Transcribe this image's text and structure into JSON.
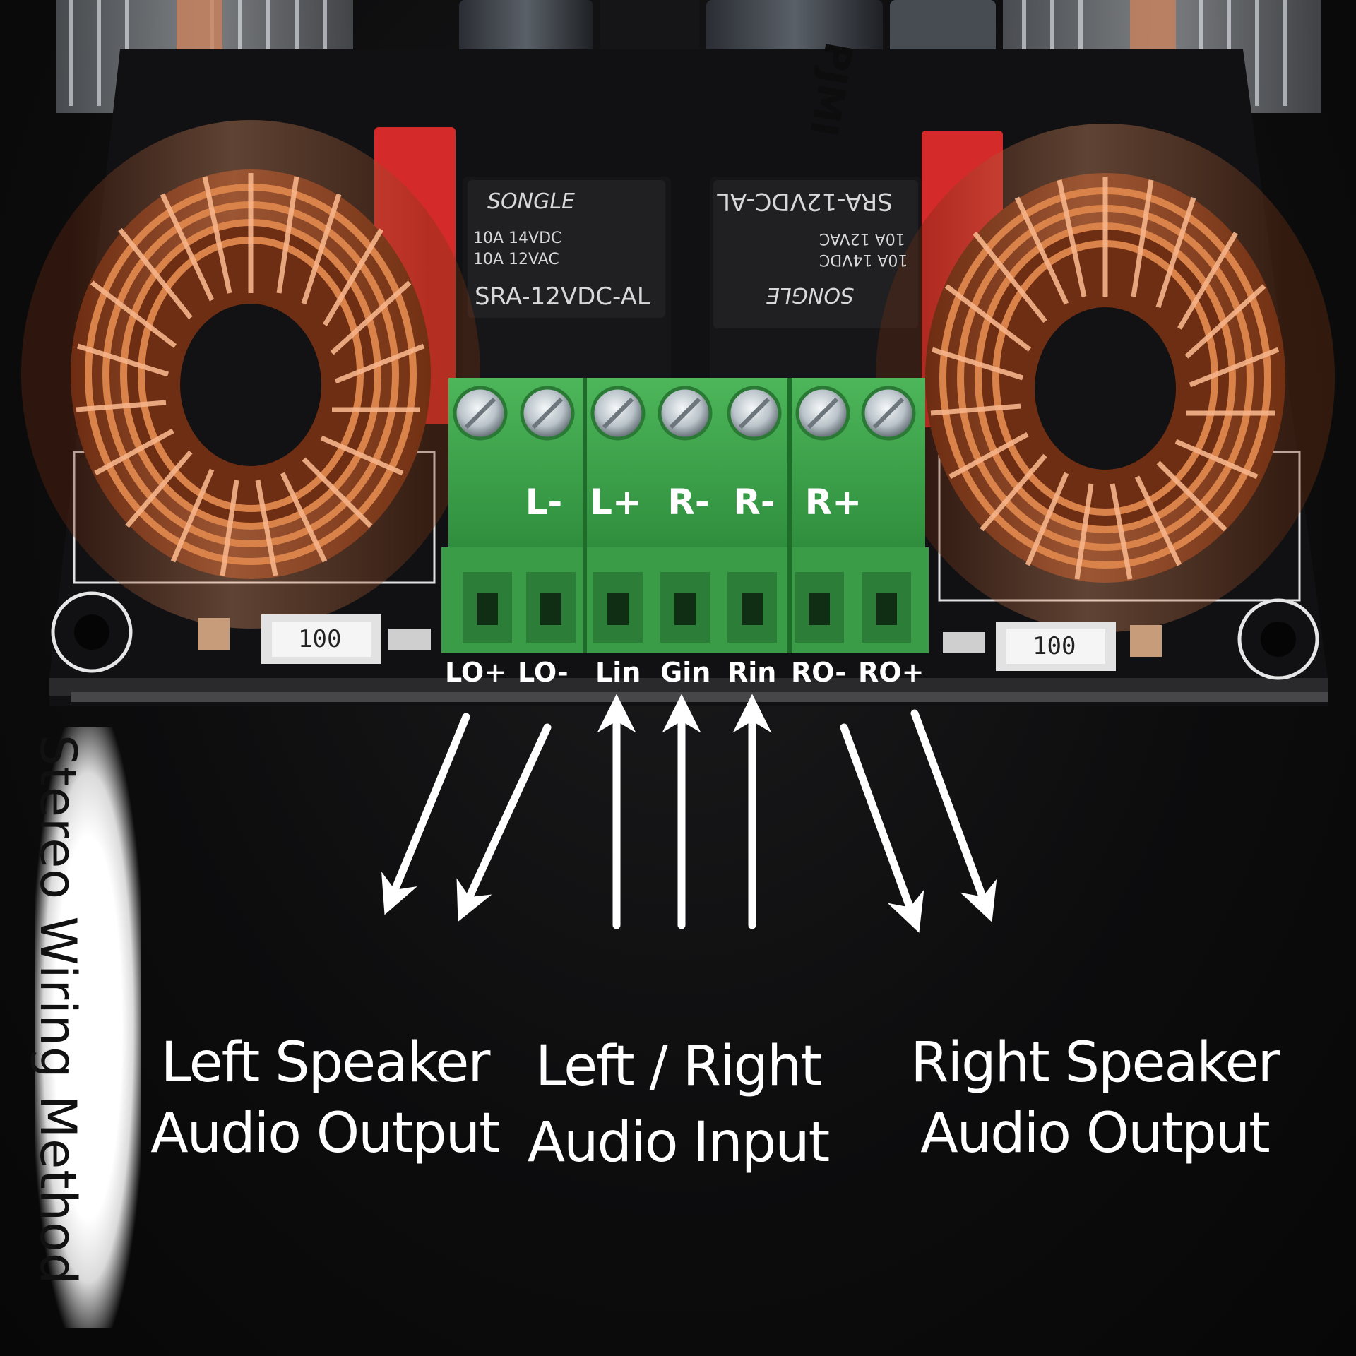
{
  "side_title": "Stereo Wiring Method",
  "terminals": [
    "L-",
    "L+",
    "R-",
    "R-",
    "R+"
  ],
  "pins": [
    "LO+",
    "LO-",
    "Lin",
    "Gin",
    "Rin",
    "RO-",
    "RO+"
  ],
  "captions": {
    "left": [
      "Left Speaker",
      "Audio Output"
    ],
    "middle": [
      "Left / Right",
      "Audio Input"
    ],
    "right": [
      "Right Speaker",
      "Audio Output"
    ]
  },
  "relays": {
    "left": {
      "brand": "SONGLE",
      "rating1": "10A 14VDC",
      "rating2": "10A 12VAC",
      "model": "SRA-12VDC-AL"
    },
    "right": {
      "brand": "SONGLE",
      "rating1": "10A 14VDC",
      "rating2": "10A 12VAC",
      "model": "SRA-12VDC-AL"
    }
  },
  "resistors": [
    "100",
    "100"
  ],
  "capacitor_text": "PJMI",
  "colors": {
    "terminal_green": "#3fa84a",
    "copper": "#c8672c",
    "capacitor_red": "#d42a2a",
    "pcb": "#0f0f10",
    "arrow": "#ffffff"
  }
}
